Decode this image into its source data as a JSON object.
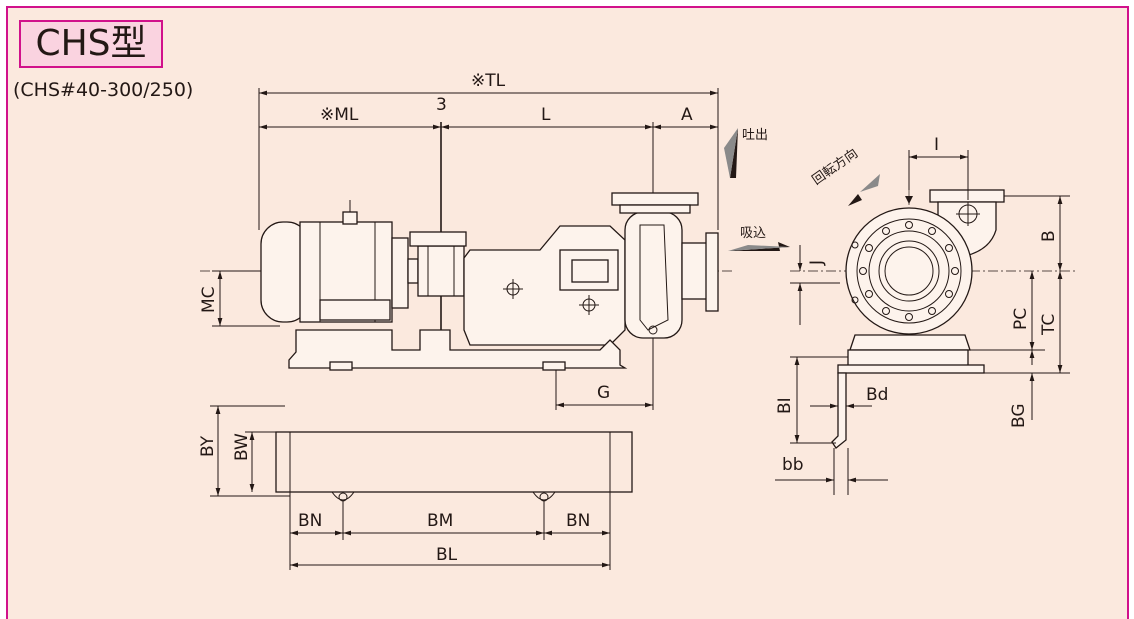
{
  "title": "CHS型",
  "model": "(CHS#40-300/250)",
  "dimension_labels": {
    "tl": "※TL",
    "ml": "※ML",
    "three": "3",
    "l": "L",
    "a": "A",
    "g": "G",
    "mc": "MC",
    "i": "I",
    "b": "B",
    "j": "J",
    "pc": "PC",
    "tc": "TC",
    "bg": "BG",
    "bi": "BI",
    "bd": "Bd",
    "bb": "bb",
    "by": "BY",
    "bw": "BW",
    "bn_left": "BN",
    "bm": "BM",
    "bn_right": "BN",
    "bl": "BL"
  },
  "annotations": {
    "discharge": "吐出",
    "suction": "吸込",
    "rotation": "回転方向"
  },
  "colors": {
    "background": "#fbe9de",
    "border": "#d1118b",
    "title_fill": "#fad3e0",
    "line": "#231815"
  }
}
